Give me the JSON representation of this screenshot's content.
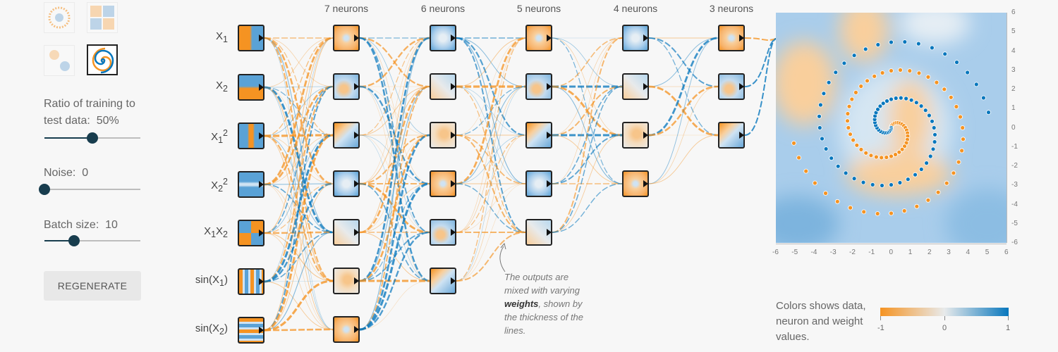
{
  "sidebar": {
    "datasets": [
      {
        "name": "circle",
        "selected": false
      },
      {
        "name": "xor",
        "selected": false
      },
      {
        "name": "gaussian",
        "selected": false
      },
      {
        "name": "spiral",
        "selected": true
      }
    ],
    "ratio_label": "Ratio of training to test data:",
    "ratio_value": "50%",
    "ratio_fraction": 0.5,
    "noise_label": "Noise:",
    "noise_value": "0",
    "noise_fraction": 0,
    "batch_label": "Batch size:",
    "batch_value": "10",
    "batch_fraction": 0.31,
    "regenerate_label": "REGENERATE"
  },
  "network": {
    "features": [
      "X1",
      "X2",
      "X1²",
      "X2²",
      "X1X2",
      "sin(X1)",
      "sin(X2)"
    ],
    "layers": [
      {
        "label": "7 neurons",
        "count": 7
      },
      {
        "label": "6 neurons",
        "count": 6
      },
      {
        "label": "5 neurons",
        "count": 5
      },
      {
        "label": "4 neurons",
        "count": 4
      },
      {
        "label": "3 neurons",
        "count": 3
      }
    ],
    "note_prefix": "The outputs are mixed with varying",
    "note_bold": "weights",
    "note_suffix": ", shown by the thickness of the lines."
  },
  "output": {
    "x_ticks": [
      "-6",
      "-5",
      "-4",
      "-3",
      "-2",
      "-1",
      "0",
      "1",
      "2",
      "3",
      "4",
      "5",
      "6"
    ],
    "y_ticks": [
      "6",
      "5",
      "4",
      "3",
      "2",
      "1",
      "0",
      "-1",
      "-2",
      "-3",
      "-4",
      "-5",
      "-6"
    ]
  },
  "legend": {
    "text": "Colors shows data, neuron and weight values.",
    "ticks": [
      "-1",
      "0",
      "1"
    ]
  },
  "colors": {
    "orange": "#f59322",
    "blue": "#0877bd",
    "light_blue": "#b8d8ee",
    "light_orange": "#f9cf9c"
  }
}
